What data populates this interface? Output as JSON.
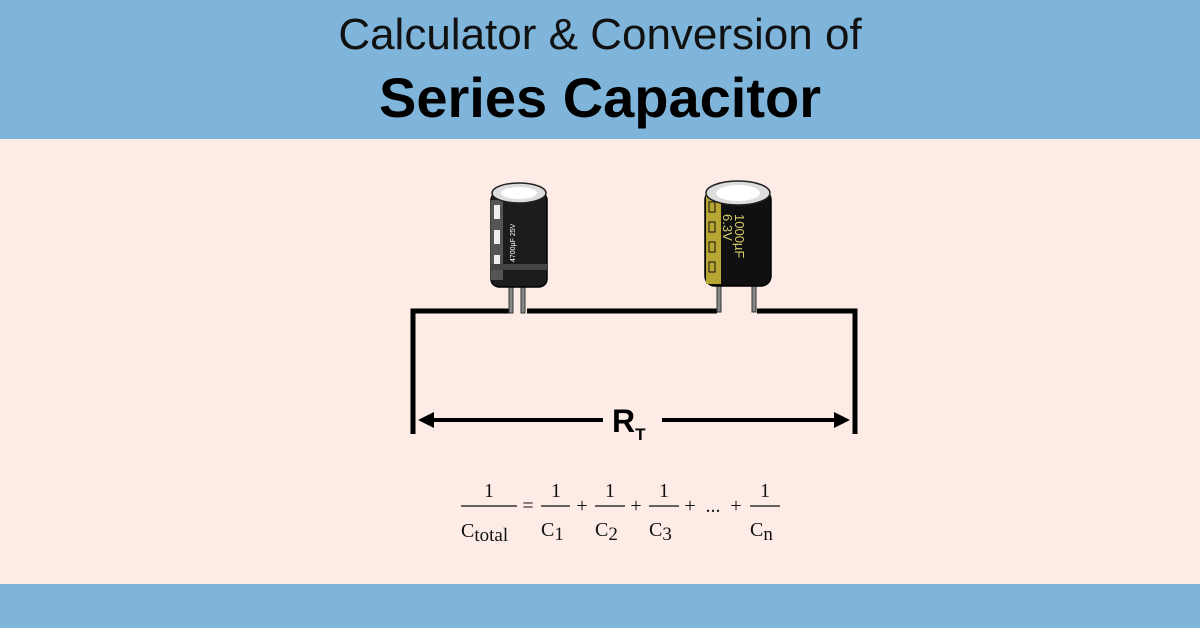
{
  "header": {
    "subtitle": "Calculator & Conversion of",
    "title": "Series Capacitor"
  },
  "colors": {
    "banner": "#7fb5da",
    "background": "#fdece6",
    "wire": "#000000",
    "cap_right_stripe": "#b8a633"
  },
  "diagram": {
    "dimension_label_main": "R",
    "dimension_label_sub": "T",
    "capacitor_left_label": "4700µF 25V",
    "capacitor_right_label_1": "1000µF",
    "capacitor_right_label_2": "6.3V"
  },
  "formula": {
    "lhs_num": "1",
    "lhs_den_main": "C",
    "lhs_den_sub": "total",
    "equals": "=",
    "plus": "+",
    "ellipsis": "...",
    "terms": [
      {
        "num": "1",
        "den_main": "C",
        "den_sub": "1"
      },
      {
        "num": "1",
        "den_main": "C",
        "den_sub": "2"
      },
      {
        "num": "1",
        "den_main": "C",
        "den_sub": "3"
      },
      {
        "num": "1",
        "den_main": "C",
        "den_sub": "n"
      }
    ]
  }
}
